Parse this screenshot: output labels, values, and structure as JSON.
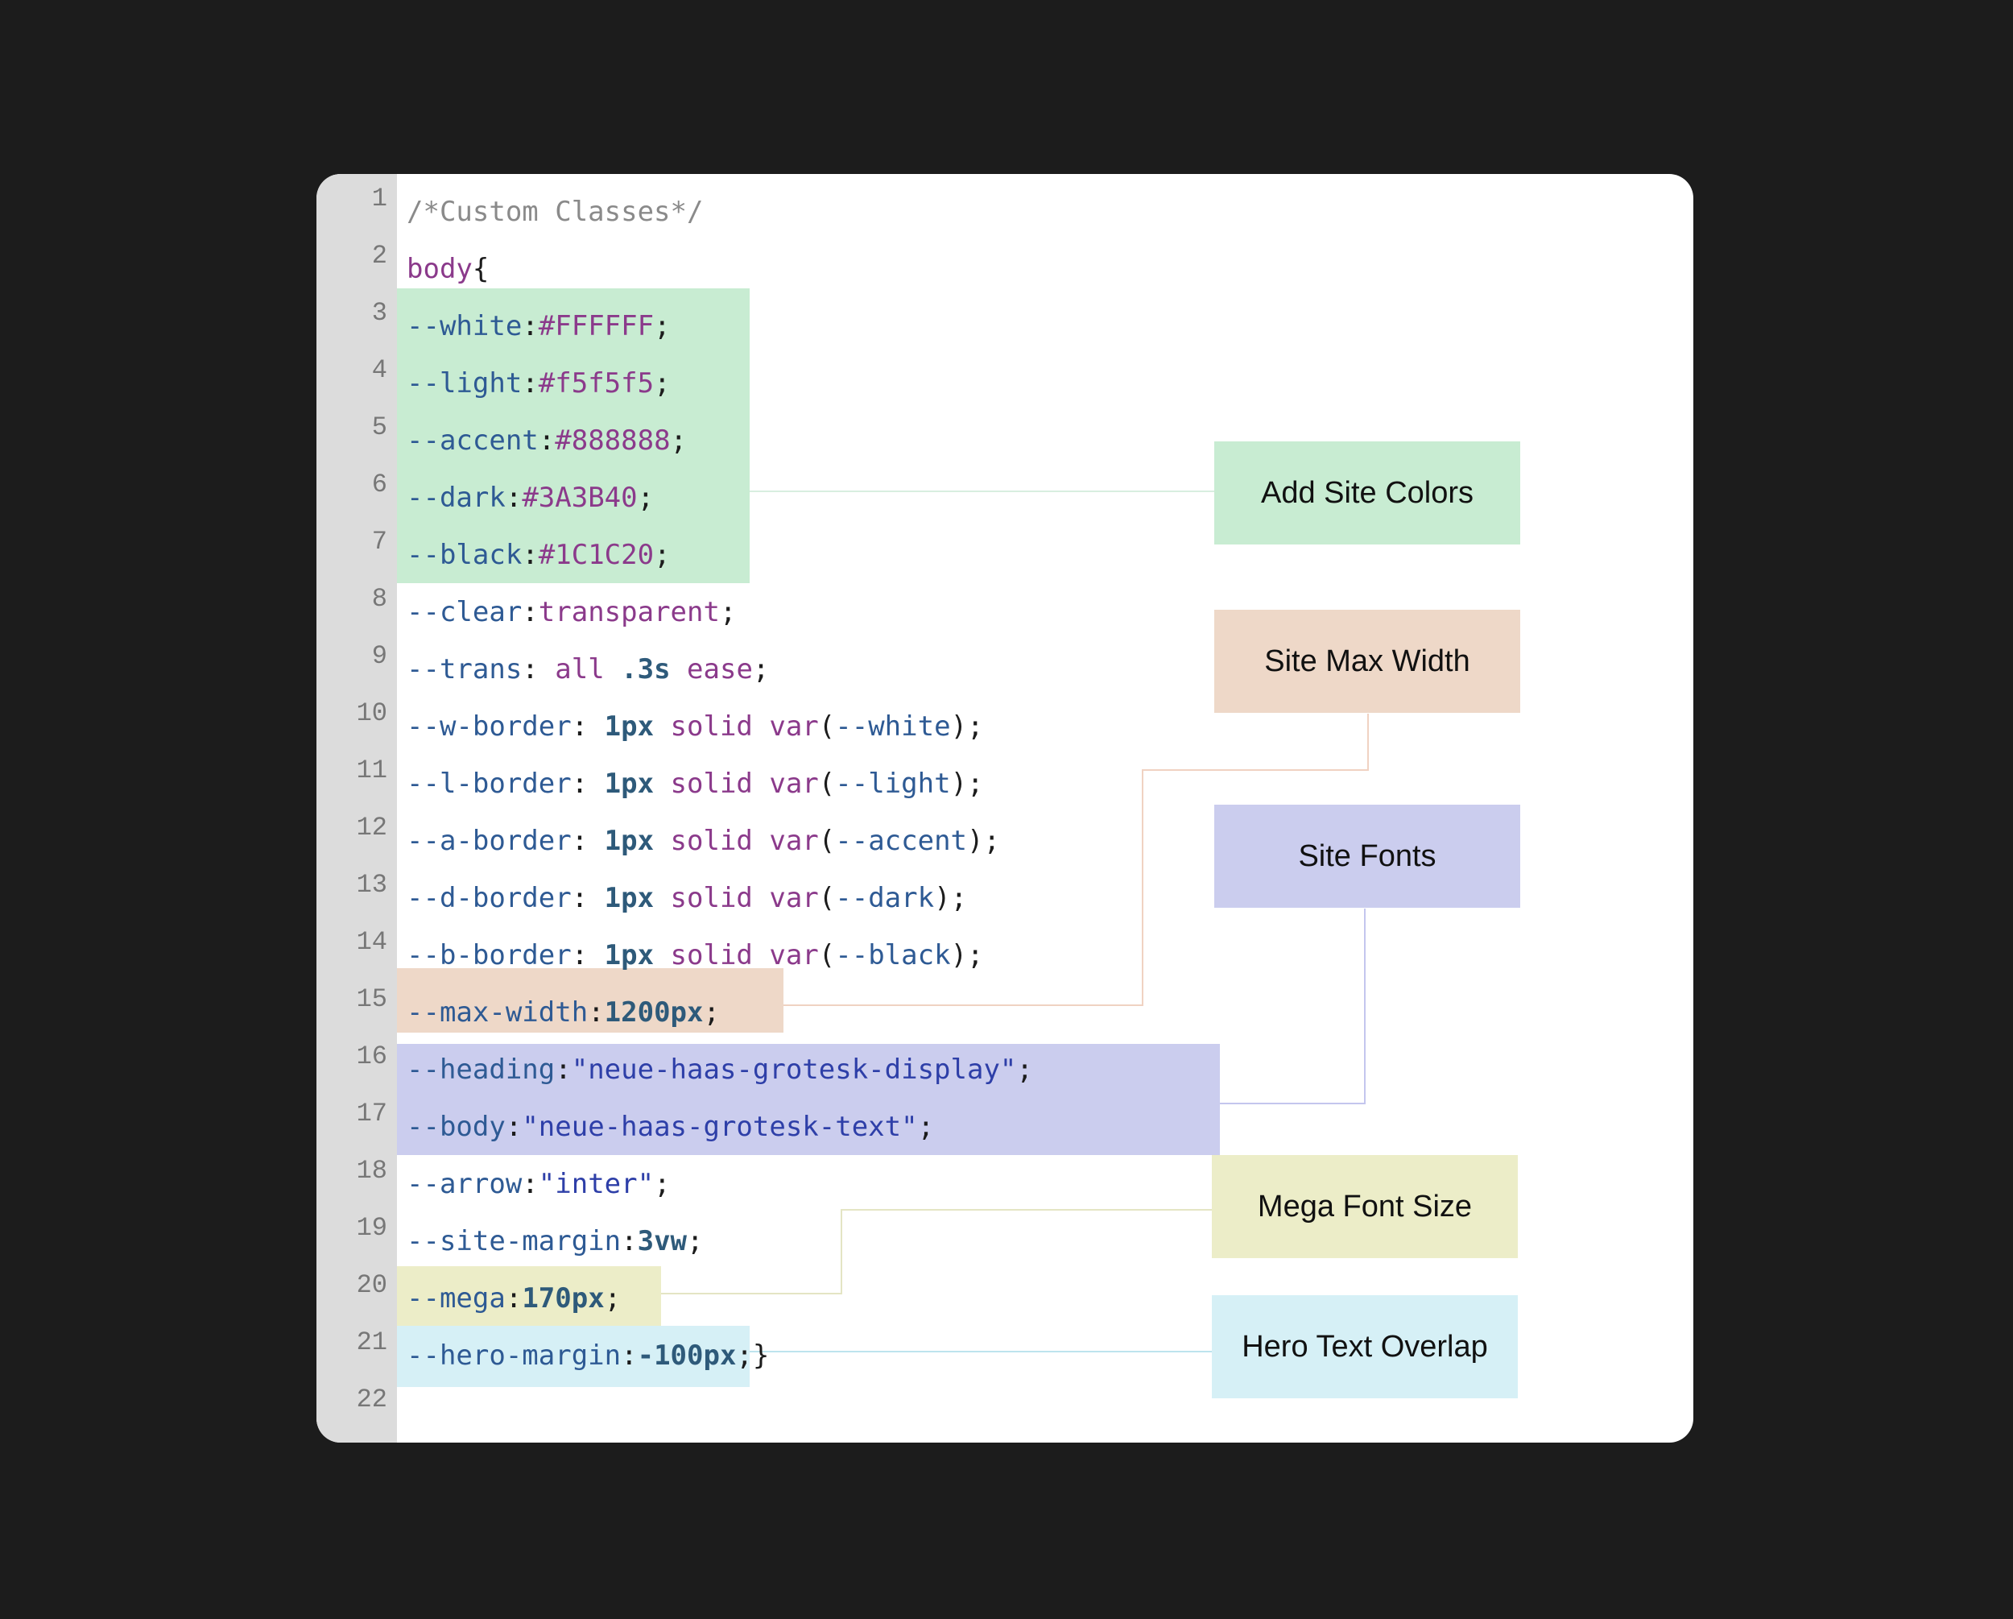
{
  "editor": {
    "lines": [
      {
        "n": "1",
        "tokens": [
          {
            "t": "/*Custom Classes*/",
            "c": "comment"
          }
        ]
      },
      {
        "n": "2",
        "tokens": [
          {
            "t": "body",
            "c": "sel"
          },
          {
            "t": "{",
            "c": "punc"
          }
        ]
      },
      {
        "n": "3",
        "tokens": [
          {
            "t": "--white",
            "c": "prop"
          },
          {
            "t": ":",
            "c": "punc"
          },
          {
            "t": "#FFFFFF",
            "c": "hex"
          },
          {
            "t": ";",
            "c": "punc"
          }
        ]
      },
      {
        "n": "4",
        "tokens": [
          {
            "t": "--light",
            "c": "prop"
          },
          {
            "t": ":",
            "c": "punc"
          },
          {
            "t": "#f5f5f5",
            "c": "hex"
          },
          {
            "t": ";",
            "c": "punc"
          }
        ]
      },
      {
        "n": "5",
        "tokens": [
          {
            "t": "--accent",
            "c": "prop"
          },
          {
            "t": ":",
            "c": "punc"
          },
          {
            "t": "#888888",
            "c": "hex"
          },
          {
            "t": ";",
            "c": "punc"
          }
        ]
      },
      {
        "n": "6",
        "tokens": [
          {
            "t": "--dark",
            "c": "prop"
          },
          {
            "t": ":",
            "c": "punc"
          },
          {
            "t": "#3A3B40",
            "c": "hex"
          },
          {
            "t": ";",
            "c": "punc"
          }
        ]
      },
      {
        "n": "7",
        "tokens": [
          {
            "t": "--black",
            "c": "prop"
          },
          {
            "t": ":",
            "c": "punc"
          },
          {
            "t": "#1C1C20",
            "c": "hex"
          },
          {
            "t": ";",
            "c": "punc"
          }
        ]
      },
      {
        "n": "8",
        "tokens": [
          {
            "t": "--clear",
            "c": "prop"
          },
          {
            "t": ":",
            "c": "punc"
          },
          {
            "t": "transparent",
            "c": "kw"
          },
          {
            "t": ";",
            "c": "punc"
          }
        ]
      },
      {
        "n": "9",
        "tokens": [
          {
            "t": "--trans",
            "c": "prop"
          },
          {
            "t": ": ",
            "c": "punc"
          },
          {
            "t": "all ",
            "c": "kw"
          },
          {
            "t": ".3s",
            "c": "num"
          },
          {
            "t": " ease",
            "c": "kw"
          },
          {
            "t": ";",
            "c": "punc"
          }
        ]
      },
      {
        "n": "10",
        "tokens": [
          {
            "t": "--w-border",
            "c": "prop"
          },
          {
            "t": ": ",
            "c": "punc"
          },
          {
            "t": "1px",
            "c": "num"
          },
          {
            "t": " solid var",
            "c": "kw"
          },
          {
            "t": "(",
            "c": "punc"
          },
          {
            "t": "--white",
            "c": "prop"
          },
          {
            "t": ");",
            "c": "punc"
          }
        ]
      },
      {
        "n": "11",
        "tokens": [
          {
            "t": "--l-border",
            "c": "prop"
          },
          {
            "t": ": ",
            "c": "punc"
          },
          {
            "t": "1px",
            "c": "num"
          },
          {
            "t": " solid var",
            "c": "kw"
          },
          {
            "t": "(",
            "c": "punc"
          },
          {
            "t": "--light",
            "c": "prop"
          },
          {
            "t": ");",
            "c": "punc"
          }
        ]
      },
      {
        "n": "12",
        "tokens": [
          {
            "t": "--a-border",
            "c": "prop"
          },
          {
            "t": ": ",
            "c": "punc"
          },
          {
            "t": "1px",
            "c": "num"
          },
          {
            "t": " solid var",
            "c": "kw"
          },
          {
            "t": "(",
            "c": "punc"
          },
          {
            "t": "--accent",
            "c": "prop"
          },
          {
            "t": ");",
            "c": "punc"
          }
        ]
      },
      {
        "n": "13",
        "tokens": [
          {
            "t": "--d-border",
            "c": "prop"
          },
          {
            "t": ": ",
            "c": "punc"
          },
          {
            "t": "1px",
            "c": "num"
          },
          {
            "t": " solid var",
            "c": "kw"
          },
          {
            "t": "(",
            "c": "punc"
          },
          {
            "t": "--dark",
            "c": "prop"
          },
          {
            "t": ");",
            "c": "punc"
          }
        ]
      },
      {
        "n": "14",
        "tokens": [
          {
            "t": "--b-border",
            "c": "prop"
          },
          {
            "t": ": ",
            "c": "punc"
          },
          {
            "t": "1px",
            "c": "num"
          },
          {
            "t": " solid var",
            "c": "kw"
          },
          {
            "t": "(",
            "c": "punc"
          },
          {
            "t": "--black",
            "c": "prop"
          },
          {
            "t": ");",
            "c": "punc"
          }
        ]
      },
      {
        "n": "15",
        "tokens": [
          {
            "t": "--max-width",
            "c": "prop"
          },
          {
            "t": ":",
            "c": "punc"
          },
          {
            "t": "1200px",
            "c": "num"
          },
          {
            "t": ";",
            "c": "punc"
          }
        ]
      },
      {
        "n": "16",
        "tokens": [
          {
            "t": "--heading",
            "c": "prop"
          },
          {
            "t": ":",
            "c": "punc"
          },
          {
            "t": "\"neue-haas-grotesk-display\"",
            "c": "str"
          },
          {
            "t": ";",
            "c": "punc"
          }
        ]
      },
      {
        "n": "17",
        "tokens": [
          {
            "t": "--body",
            "c": "prop"
          },
          {
            "t": ":",
            "c": "punc"
          },
          {
            "t": "\"neue-haas-grotesk-text\"",
            "c": "str"
          },
          {
            "t": ";",
            "c": "punc"
          }
        ]
      },
      {
        "n": "18",
        "tokens": [
          {
            "t": "--arrow",
            "c": "prop"
          },
          {
            "t": ":",
            "c": "punc"
          },
          {
            "t": "\"inter\"",
            "c": "str"
          },
          {
            "t": ";",
            "c": "punc"
          }
        ]
      },
      {
        "n": "19",
        "tokens": [
          {
            "t": "--site-margin",
            "c": "prop"
          },
          {
            "t": ":",
            "c": "punc"
          },
          {
            "t": "3vw",
            "c": "num"
          },
          {
            "t": ";",
            "c": "punc"
          }
        ]
      },
      {
        "n": "20",
        "tokens": [
          {
            "t": "--mega",
            "c": "prop"
          },
          {
            "t": ":",
            "c": "punc"
          },
          {
            "t": "170px",
            "c": "num"
          },
          {
            "t": ";",
            "c": "punc"
          }
        ]
      },
      {
        "n": "21",
        "tokens": [
          {
            "t": "--hero-margin",
            "c": "prop"
          },
          {
            "t": ":",
            "c": "punc"
          },
          {
            "t": "-100px",
            "c": "num"
          },
          {
            "t": ";}",
            "c": "punc"
          }
        ]
      },
      {
        "n": "22",
        "tokens": []
      }
    ]
  },
  "annotations": {
    "site_colors": "Add Site Colors",
    "max_width": "Site Max Width",
    "fonts": "Site Fonts",
    "mega": "Mega Font Size",
    "hero": "Hero Text Overlap"
  },
  "colors": {
    "background": "#1c1c1c",
    "card": "#ffffff",
    "gutter": "#dcdcdc",
    "green": "#c8ecd2",
    "peach": "#eed8c8",
    "lavender": "#cbcdee",
    "yellow": "#ecedc8",
    "cyan": "#d6f0f6"
  }
}
